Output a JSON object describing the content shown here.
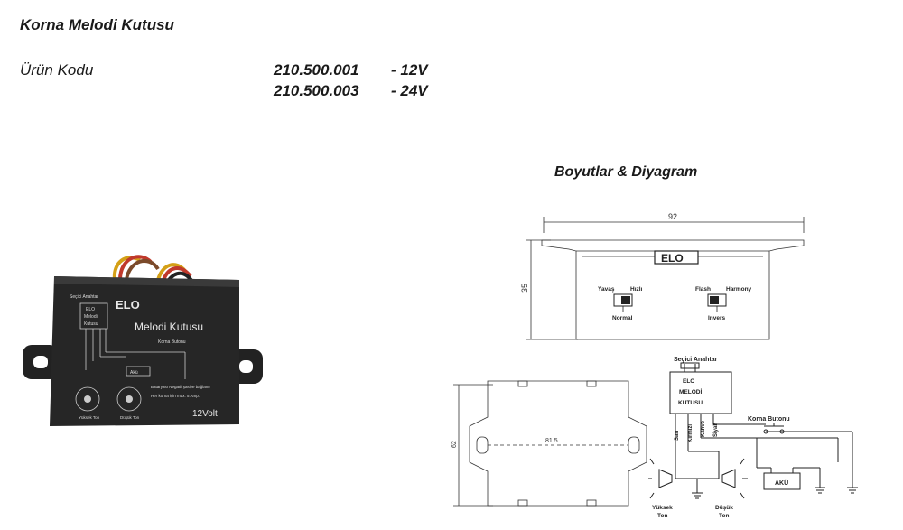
{
  "title": "Korna Melodi Kutusu",
  "product_code_label": "Ürün Kodu",
  "products": [
    {
      "code": "210.500.001",
      "voltage": "- 12V"
    },
    {
      "code": "210.500.003",
      "voltage": "- 24V"
    }
  ],
  "diagram_title": "Boyutlar & Diyagram",
  "device_photo": {
    "brand": "ELO",
    "name": "Melodi Kutusu",
    "selector_label": "Seçici Anahtar",
    "box_lines": [
      "ELO",
      "Melodi",
      "Kutusu"
    ],
    "horn_button_label": "Korna Butonu",
    "wires": [
      "Sarı",
      "Kırmızı",
      "Kahve",
      "Siyah"
    ],
    "battery": "Akü",
    "high_tone": "Yüksek Ton",
    "low_tone": "Düşük Ton",
    "notes": [
      "Bataryası Negatif şasiye bağlanır",
      "Her korna için max. 5 Amp."
    ],
    "voltage": "12Volt"
  },
  "top_view": {
    "width_dim": "92",
    "height_dim": "35",
    "logo": "ELO",
    "switch1_left": "Yavaş",
    "switch1_right": "Hızlı",
    "switch1_sub": "Normal",
    "switch2_left": "Flash",
    "switch2_right": "Harmony",
    "switch2_sub": "Invers"
  },
  "front_view": {
    "width_dim": "81.5",
    "height_dim": "62"
  },
  "wiring": {
    "selector_label": "Seçici Anahtar",
    "box_lines": [
      "ELO",
      "MELODİ",
      "KUTUSU"
    ],
    "wires": [
      "Sarı",
      "Kırmızı",
      "Kahve",
      "Siyah"
    ],
    "horn_button_label": "Korna Butonu",
    "battery_label": "AKÜ",
    "high_tone_label": [
      "Yüksek",
      "Ton"
    ],
    "low_tone_label": [
      "Düşük",
      "Ton"
    ]
  }
}
